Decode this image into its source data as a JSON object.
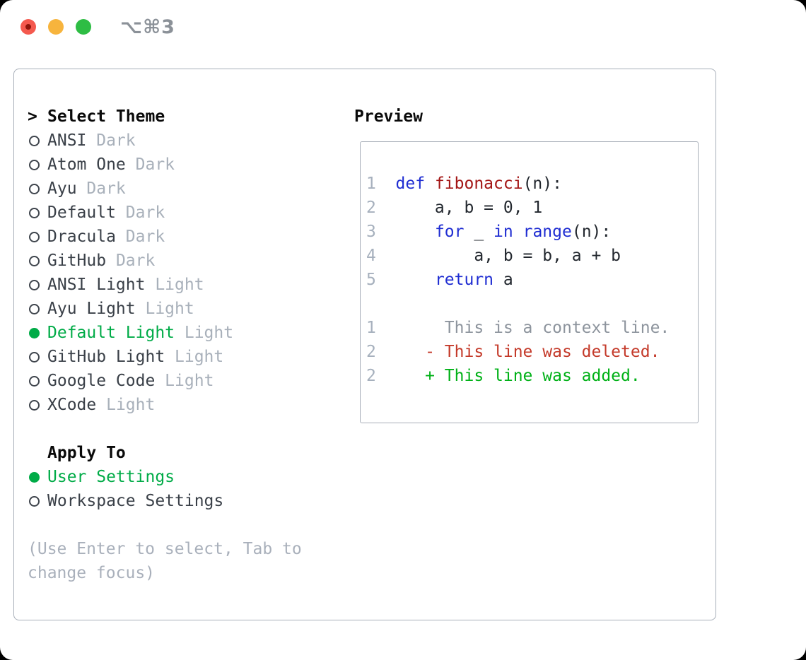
{
  "titlebar": {
    "shortcut": "⌥⌘3"
  },
  "colors": {
    "traffic_red": "#f4594e",
    "traffic_red_dot": "#8e150b",
    "traffic_yellow": "#f7b43d",
    "traffic_green": "#2ebd44",
    "selection_green": "#00ab47",
    "keyword_blue": "#1f2dd2",
    "function_red": "#a31515",
    "diff_deleted_red": "#c43a2a",
    "diff_added_green": "#00b117",
    "context_gray": "#8d949d",
    "line_number_gray": "#a6b0bd",
    "tag_gray": "#a8b0ba",
    "item_text": "#3a4048",
    "heading_black": "#0a0a0a",
    "border_gray": "#a7aeb8",
    "help_gray": "#a9b0bb",
    "shortcut_gray": "#8b9198",
    "code_text": "#22272e",
    "radio_ring": "#3e444c"
  },
  "theme_panel": {
    "title_marker": ">",
    "title": "Select Theme",
    "items": [
      {
        "name": "ANSI",
        "tag": "Dark",
        "selected": false
      },
      {
        "name": "Atom One",
        "tag": "Dark",
        "selected": false
      },
      {
        "name": "Ayu",
        "tag": "Dark",
        "selected": false
      },
      {
        "name": "Default",
        "tag": "Dark",
        "selected": false
      },
      {
        "name": "Dracula",
        "tag": "Dark",
        "selected": false
      },
      {
        "name": "GitHub",
        "tag": "Dark",
        "selected": false
      },
      {
        "name": "ANSI Light",
        "tag": "Light",
        "selected": false
      },
      {
        "name": "Ayu Light",
        "tag": "Light",
        "selected": false
      },
      {
        "name": "Default Light",
        "tag": "Light",
        "selected": true
      },
      {
        "name": "GitHub Light",
        "tag": "Light",
        "selected": false
      },
      {
        "name": "Google Code",
        "tag": "Light",
        "selected": false
      },
      {
        "name": "XCode",
        "tag": "Light",
        "selected": false
      }
    ],
    "apply_to": {
      "title": "Apply To",
      "options": [
        {
          "label": "User Settings",
          "selected": true
        },
        {
          "label": "Workspace Settings",
          "selected": false
        }
      ]
    },
    "help_lines": [
      "(Use Enter to select, Tab to",
      "change focus)"
    ]
  },
  "preview_panel": {
    "title": "Preview",
    "lines": [
      {
        "segments": [
          {
            "t": "1  ",
            "c": "ln"
          },
          {
            "t": "def ",
            "c": "kw"
          },
          {
            "t": "fibonacci",
            "c": "fn"
          },
          {
            "t": "(n):",
            "c": "pl"
          }
        ]
      },
      {
        "segments": [
          {
            "t": "2  ",
            "c": "ln"
          },
          {
            "t": "    a, b = 0, 1",
            "c": "pl"
          }
        ]
      },
      {
        "segments": [
          {
            "t": "3  ",
            "c": "ln"
          },
          {
            "t": "    ",
            "c": "pl"
          },
          {
            "t": "for",
            "c": "kw"
          },
          {
            "t": " _ ",
            "c": "pl"
          },
          {
            "t": "in",
            "c": "kw"
          },
          {
            "t": " ",
            "c": "pl"
          },
          {
            "t": "range",
            "c": "kw"
          },
          {
            "t": "(n):",
            "c": "pl"
          }
        ]
      },
      {
        "segments": [
          {
            "t": "4  ",
            "c": "ln"
          },
          {
            "t": "        a, b = b, a + b",
            "c": "pl"
          }
        ]
      },
      {
        "segments": [
          {
            "t": "5  ",
            "c": "ln"
          },
          {
            "t": "    ",
            "c": "pl"
          },
          {
            "t": "return",
            "c": "kw"
          },
          {
            "t": " a",
            "c": "pl"
          }
        ]
      },
      {
        "segments": []
      },
      {
        "segments": [
          {
            "t": "1  ",
            "c": "ln"
          },
          {
            "t": "     This is a context line.",
            "c": "ctx"
          }
        ]
      },
      {
        "segments": [
          {
            "t": "2  ",
            "c": "ln"
          },
          {
            "t": "   - This line was deleted.",
            "c": "del"
          }
        ]
      },
      {
        "segments": [
          {
            "t": "2  ",
            "c": "ln"
          },
          {
            "t": "   + This line was added.",
            "c": "add"
          }
        ]
      }
    ]
  }
}
